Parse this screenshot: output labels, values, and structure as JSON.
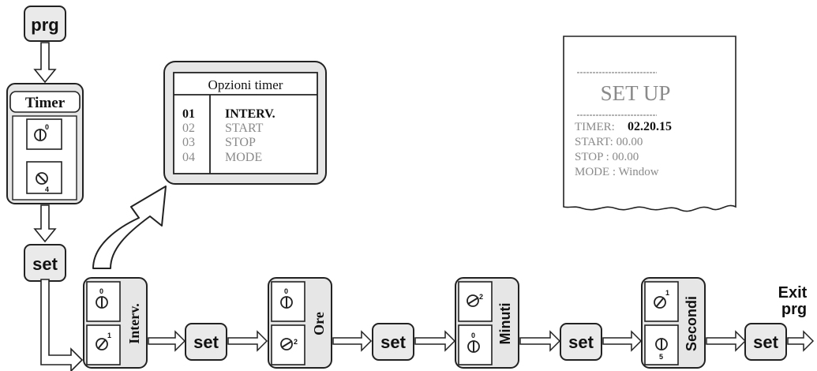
{
  "buttons": {
    "prg": "prg",
    "set_1": "set",
    "set_2": "set",
    "set_3": "set",
    "set_4": "set",
    "set_5": "set"
  },
  "timer_panel": {
    "title": "Timer",
    "dial_top_digit": "0",
    "dial_bottom_digit": "4"
  },
  "menu_popup": {
    "title": "Opzioni timer",
    "items": [
      {
        "num": "01",
        "label": "INTERV.",
        "selected": true
      },
      {
        "num": "02",
        "label": "START",
        "selected": false
      },
      {
        "num": "03",
        "label": "STOP",
        "selected": false
      },
      {
        "num": "04",
        "label": "MODE",
        "selected": false
      }
    ]
  },
  "steps": [
    {
      "label": "Interv.",
      "top_digit": "0",
      "bottom_digit": "1"
    },
    {
      "label": "Ore",
      "top_digit": "0",
      "bottom_digit": "2"
    },
    {
      "label": "Minuti",
      "top_digit": "2",
      "bottom_digit": "0"
    },
    {
      "label": "Secondi",
      "top_digit": "1",
      "bottom_digit": "5"
    }
  ],
  "exit": {
    "line1": "Exit",
    "line2": "prg"
  },
  "receipt": {
    "title": "SET UP",
    "timer_label": "TIMER:",
    "timer_value": "02.20.15",
    "start": "START: 00.00",
    "stop": "STOP : 00.00",
    "mode": "MODE : Window"
  },
  "colors": {
    "line": "#222222",
    "button_fill": "#eaeaea",
    "panel_fill": "#e6e6e6",
    "muted_text": "#8a8a8a"
  }
}
